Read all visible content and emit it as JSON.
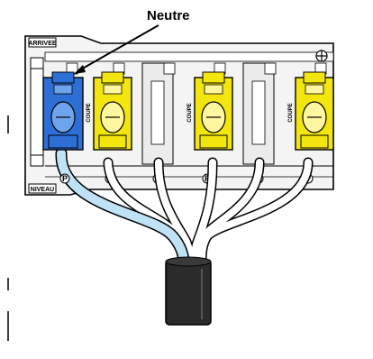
{
  "callout": {
    "label": "Neutre"
  },
  "board": {
    "top_tag": "ARRIVEE",
    "bottom_tag": "NIVEAU",
    "coupe_label": "COUPE",
    "terminals": [
      "P",
      "P",
      "N",
      "P",
      "N",
      "P"
    ]
  },
  "colors": {
    "neutral_block": "#2e6fd6",
    "phase_block": "#f3e60f",
    "neutral_wire": "#bfe2f7",
    "phase_wire": "#ffffff",
    "cable_sheath": "#2b2b2b"
  },
  "icons": {
    "ground": "ground-symbol-icon"
  }
}
